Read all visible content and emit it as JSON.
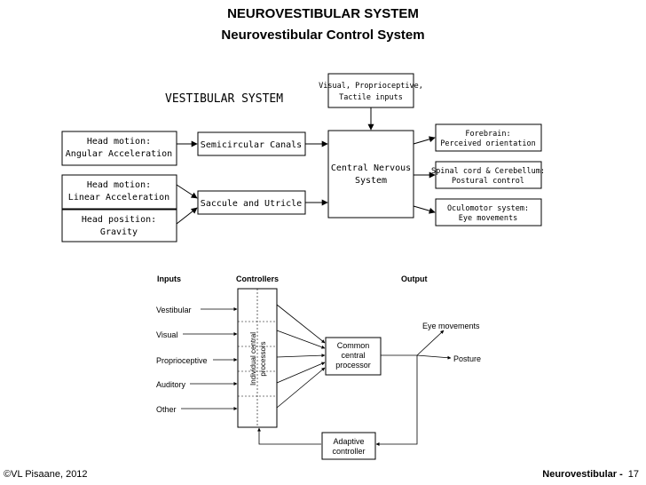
{
  "header": {
    "title": "NEUROVESTIBULAR SYSTEM",
    "subtitle": "Neurovestibular Control System"
  },
  "top_diagram": {
    "heading": "VESTIBULAR SYSTEM",
    "boxes": {
      "head_motion_angular": [
        "Head motion:",
        "Angular Acceleration"
      ],
      "head_motion_linear": [
        "Head motion:",
        "Linear Acceleration"
      ],
      "head_position": [
        "Head position:",
        "Gravity"
      ],
      "semicircular": [
        "Semicircular Canals"
      ],
      "saccule": [
        "Saccule and Utricle"
      ],
      "visual_inputs": [
        "Visual, Proprioceptive,",
        "Tactile inputs"
      ],
      "cns": [
        "Central Nervous",
        "System"
      ],
      "forebrain": [
        "Forebrain:",
        "Perceived orientation"
      ],
      "spinal": [
        "Spinal cord & Cerebellum:",
        "Postural control"
      ],
      "oculomotor": [
        "Oculomotor system:",
        "Eye movements"
      ]
    }
  },
  "bottom_diagram": {
    "headers": {
      "inputs": "Inputs",
      "controllers": "Controllers",
      "output": "Output"
    },
    "inputs": [
      "Vestibular",
      "Visual",
      "Proprioceptive",
      "Auditory",
      "Other"
    ],
    "processor_label": [
      "Individual central",
      "processors"
    ],
    "common": [
      "Common",
      "central",
      "processor"
    ],
    "adaptive": [
      "Adaptive",
      "controller"
    ],
    "outputs": {
      "eye": "Eye movements",
      "posture": "Posture"
    }
  },
  "footer": {
    "copyright": "©VL Pisaane, 2012",
    "section": "Neurovestibular -",
    "page": "17"
  }
}
